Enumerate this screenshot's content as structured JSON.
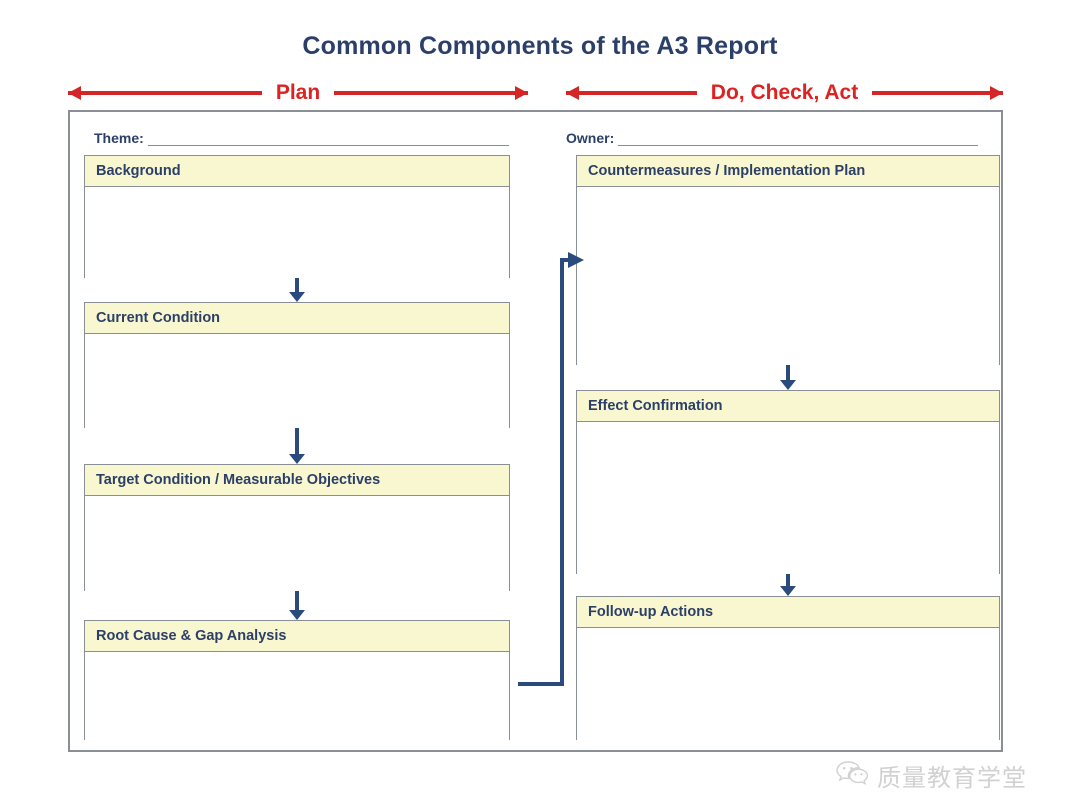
{
  "title": "Common Components of the A3 Report",
  "colors": {
    "title_navy": "#2b3f68",
    "phase_red": "#d42626",
    "header_band_yellow": "#f9f7cf",
    "box_border_gray": "#8a8f96",
    "arrow_navy": "#2b4a7d",
    "watermark_gray": "#b5b5b5"
  },
  "phases": [
    {
      "label": "Plan",
      "left_arrow": "arrow-left",
      "right_arrow": "arrow-right"
    },
    {
      "label": "Do, Check, Act",
      "left_arrow": "arrow-left",
      "right_arrow": "arrow-right"
    }
  ],
  "meta": {
    "theme": {
      "label": "Theme:",
      "value": ""
    },
    "owner": {
      "label": "Owner:",
      "value": ""
    }
  },
  "left_column": {
    "sections": [
      {
        "title": "Background",
        "content": ""
      },
      {
        "title": "Current Condition",
        "content": ""
      },
      {
        "title": "Target Condition / Measurable Objectives",
        "content": ""
      },
      {
        "title": "Root Cause & Gap Analysis",
        "content": ""
      }
    ]
  },
  "right_column": {
    "sections": [
      {
        "title": "Countermeasures / Implementation Plan",
        "content": ""
      },
      {
        "title": "Effect Confirmation",
        "content": ""
      },
      {
        "title": "Follow-up Actions",
        "content": ""
      }
    ]
  },
  "flow": {
    "left_down_arrows": 3,
    "right_down_arrows": 2,
    "cross_connector": "Root Cause & Gap Analysis -> Countermeasures / Implementation Plan"
  },
  "watermark": {
    "icon": "wechat-icon",
    "text": "质量教育学堂"
  }
}
